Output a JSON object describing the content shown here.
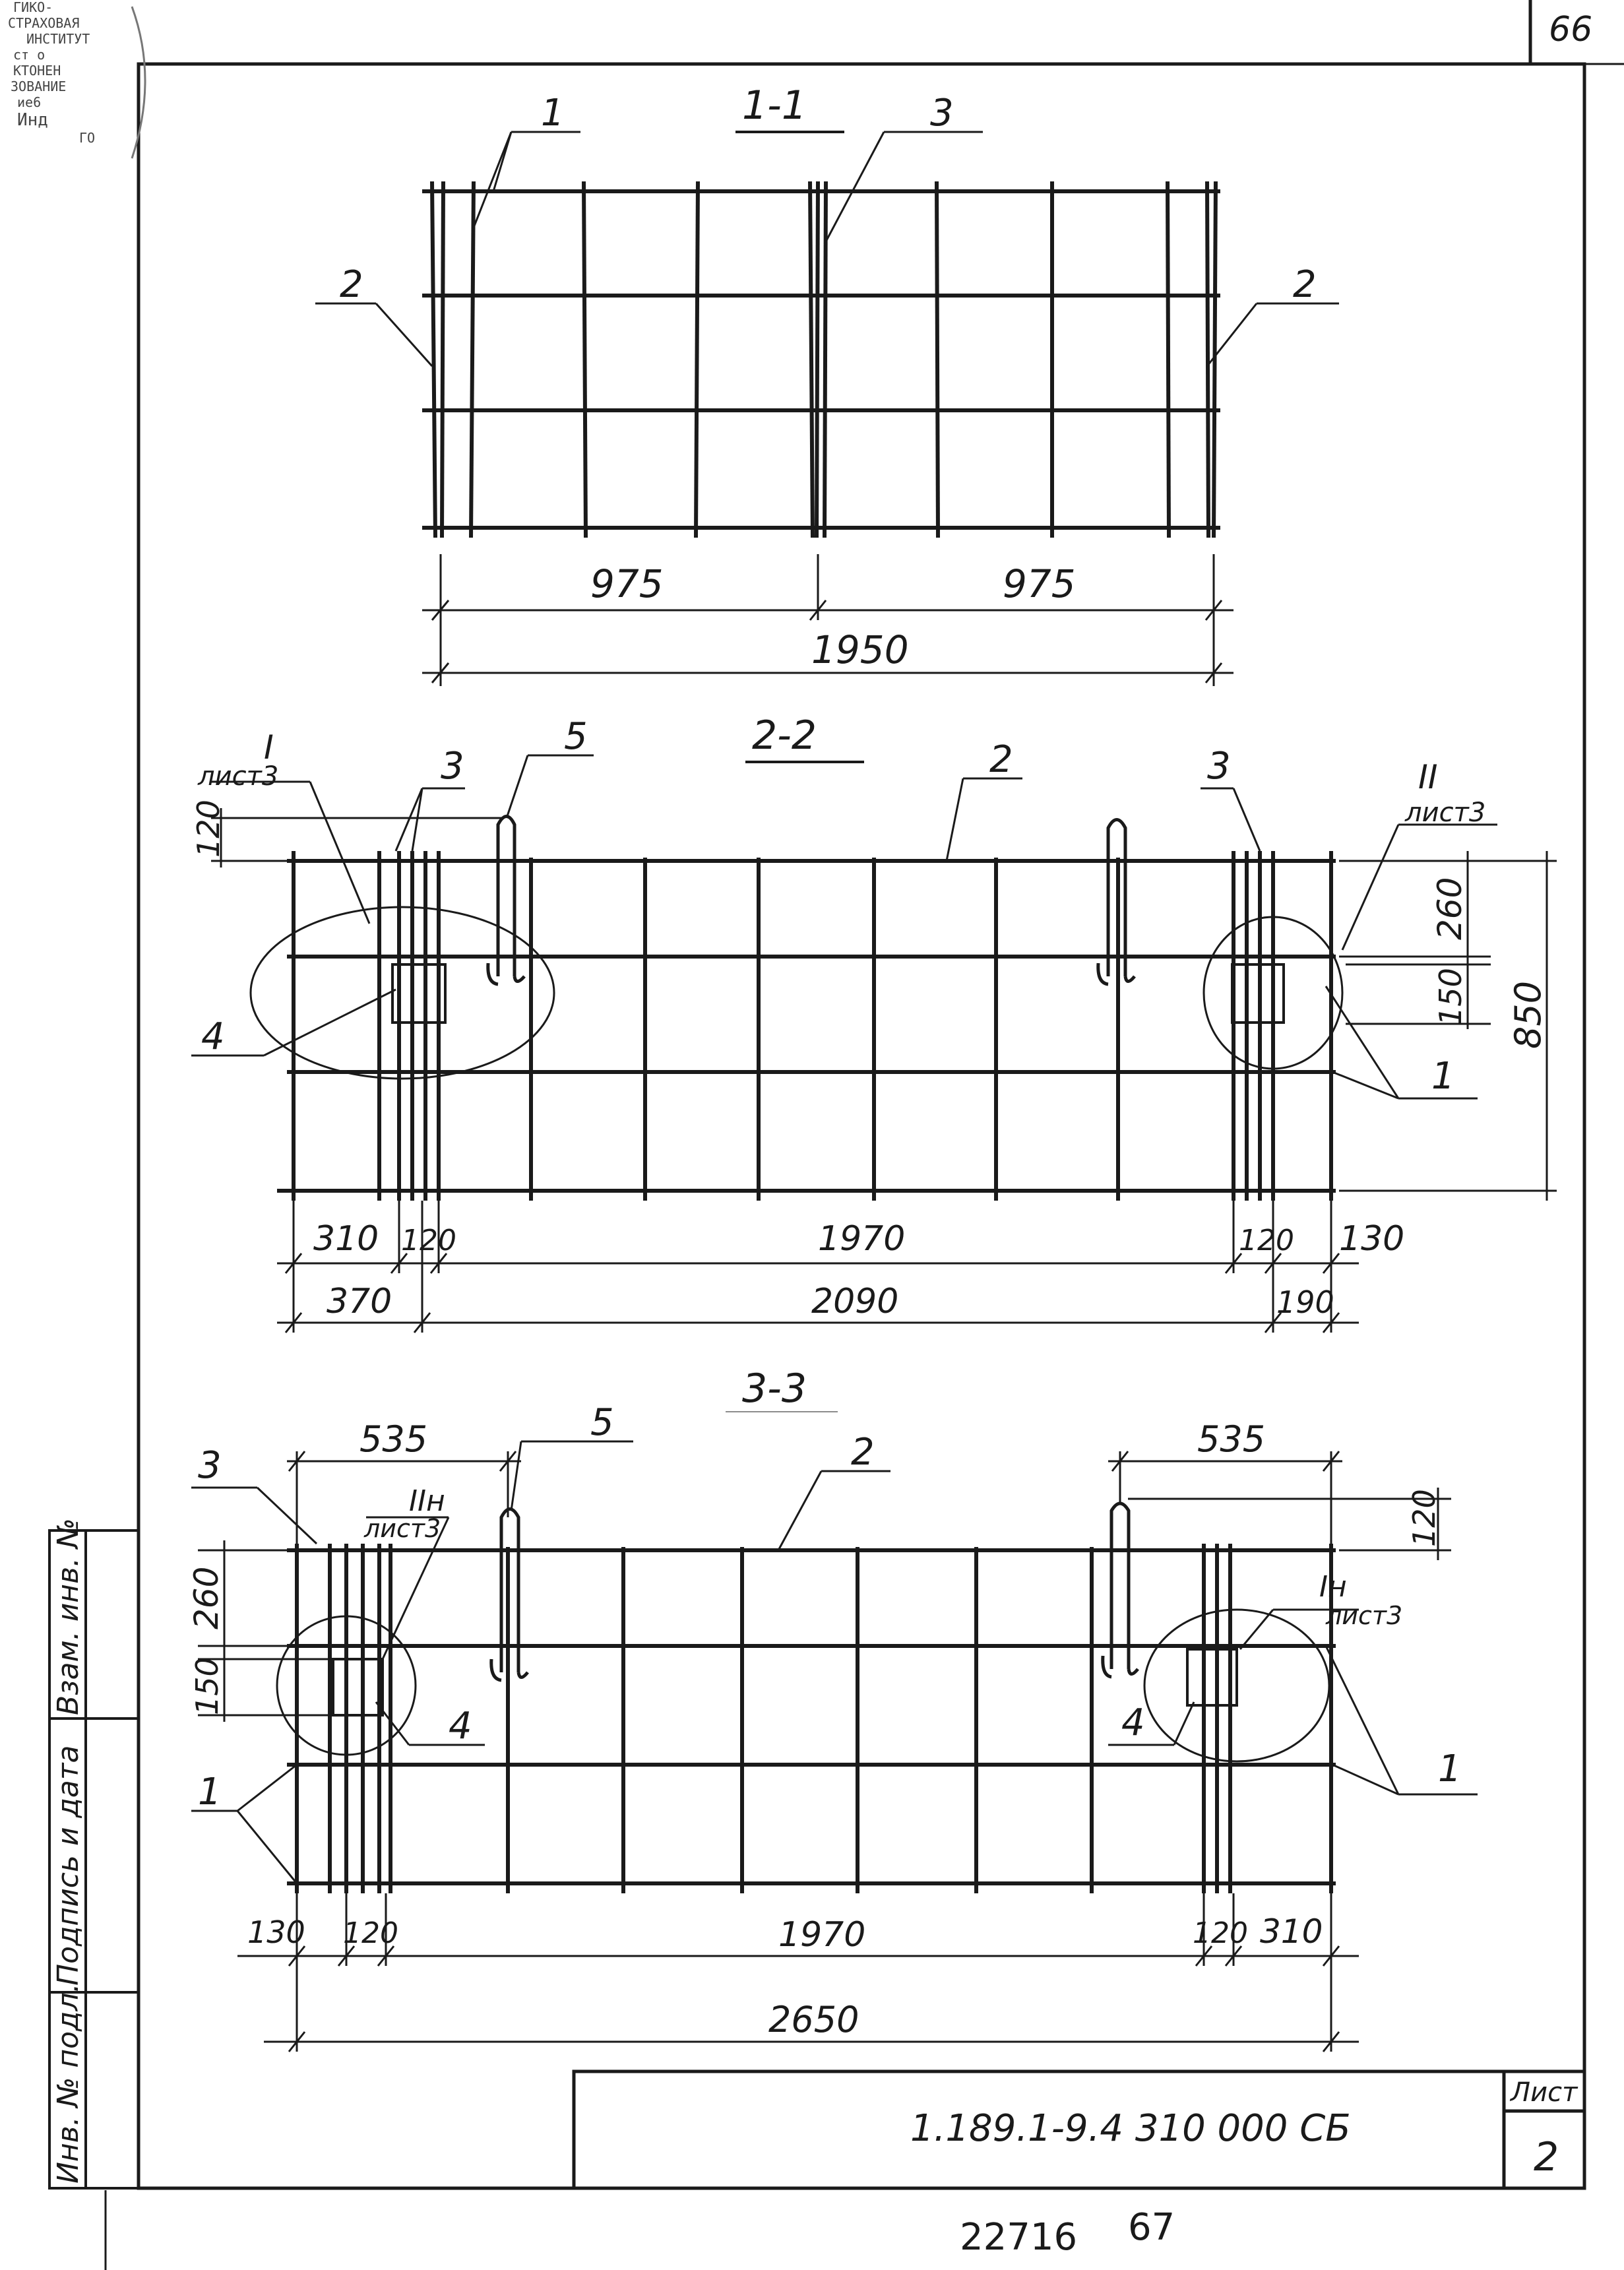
{
  "page_number_top": "66",
  "stamp_lines": [
    "ГИКО-",
    "СТРАХОВАЯ",
    "ИНСТИТУТ",
    "ст о",
    "КТОНЕН",
    "ЗОВАНИЕ",
    "ие6",
    "Инд",
    "ГО"
  ],
  "sections": {
    "s11": {
      "title": "1-1",
      "callouts": [
        "1",
        "2",
        "3",
        "2"
      ],
      "dims": [
        "975",
        "975",
        "1950"
      ]
    },
    "s22": {
      "title": "2-2",
      "callouts": [
        "I",
        "лист3",
        "3",
        "5",
        "2",
        "3",
        "II",
        "лист3",
        "4",
        "1"
      ],
      "dims_bottom": [
        "310",
        "120",
        "1970",
        "120",
        "130",
        "370",
        "2090",
        "190"
      ],
      "dims_side": [
        "120",
        "260",
        "150",
        "850"
      ]
    },
    "s33": {
      "title": "3-3",
      "callouts": [
        "3",
        "5",
        "2",
        "IIн",
        "лист3",
        "4",
        "1",
        "Iн",
        "лист3",
        "4",
        "1"
      ],
      "dims_top": [
        "535",
        "535"
      ],
      "dims_side": [
        "260",
        "150",
        "120"
      ],
      "dims_bottom": [
        "130",
        "120",
        "1970",
        "120",
        "310",
        "2650"
      ]
    }
  },
  "side_stamp": {
    "row1": "Взам. инв. №",
    "row2": "Подпись и дата",
    "row3": "Инв. № подл."
  },
  "title_block": {
    "designation": "1.189.1-9.4 310 000 СБ",
    "sheet_label": "Лист",
    "sheet_number": "2"
  },
  "footer": {
    "archive_number": "22716",
    "page": "67"
  }
}
